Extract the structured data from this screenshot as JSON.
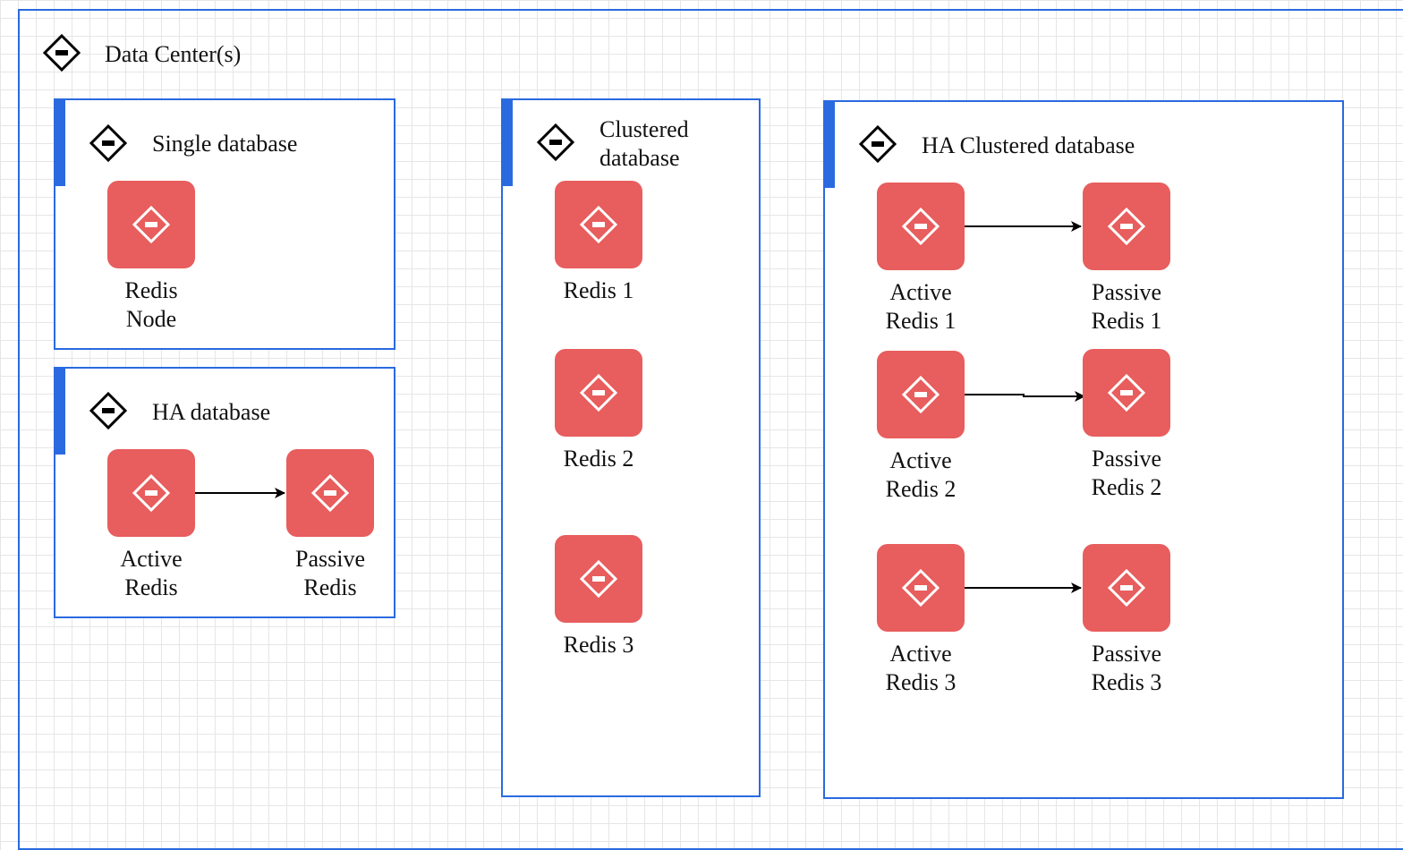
{
  "data_center": {
    "label": "Data Center(s)"
  },
  "colors": {
    "border": "#2a6ae0",
    "node_fill": "#e85d5d",
    "grid": "#e6e6e6"
  },
  "groups": {
    "single": {
      "label": "Single database",
      "nodes": [
        "Redis\nNode"
      ]
    },
    "ha": {
      "label": "HA database",
      "nodes": [
        "Active\nRedis",
        "Passive\nRedis"
      ]
    },
    "clustered": {
      "label": "Clustered\ndatabase",
      "nodes": [
        "Redis 1",
        "Redis 2",
        "Redis 3"
      ]
    },
    "ha_clustered": {
      "label": "HA Clustered database",
      "nodes": [
        "Active\nRedis 1",
        "Passive\nRedis 1",
        "Active\nRedis 2",
        "Passive\nRedis 2",
        "Active\nRedis 3",
        "Passive\nRedis 3"
      ]
    }
  },
  "icons": {
    "group": "diamond-minus-icon",
    "node": "redis-diamond-icon"
  }
}
